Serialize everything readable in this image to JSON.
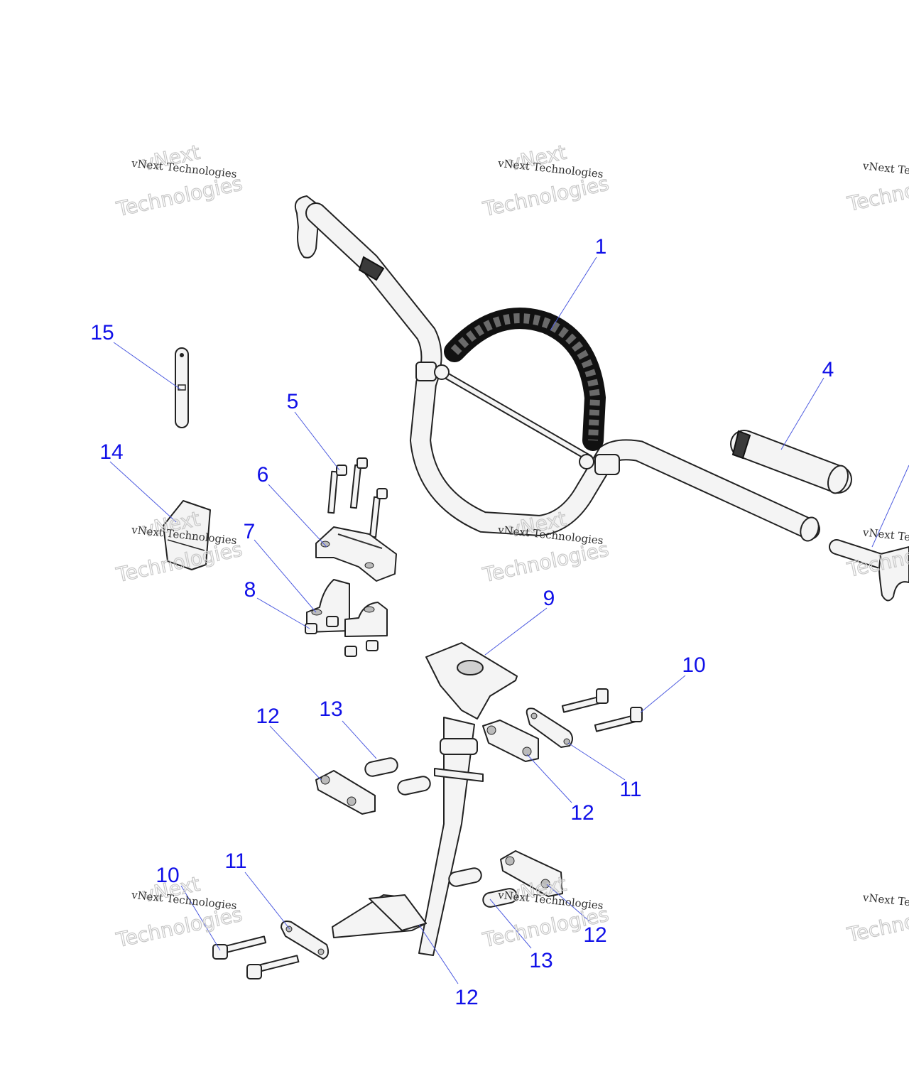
{
  "watermark": {
    "line1": "vNext",
    "line2": "vNext Technologies",
    "line3": "Technologies",
    "partial_right": "vNext Te"
  },
  "callouts": [
    {
      "id": "c1",
      "label": "1"
    },
    {
      "id": "c4",
      "label": "4"
    },
    {
      "id": "c5",
      "label": "5"
    },
    {
      "id": "c6",
      "label": "6"
    },
    {
      "id": "c7",
      "label": "7"
    },
    {
      "id": "c8",
      "label": "8"
    },
    {
      "id": "c9",
      "label": "9"
    },
    {
      "id": "c10a",
      "label": "10"
    },
    {
      "id": "c10b",
      "label": "10"
    },
    {
      "id": "c11a",
      "label": "11"
    },
    {
      "id": "c11b",
      "label": "11"
    },
    {
      "id": "c12a",
      "label": "12"
    },
    {
      "id": "c12b",
      "label": "12"
    },
    {
      "id": "c12c",
      "label": "12"
    },
    {
      "id": "c12d",
      "label": "12"
    },
    {
      "id": "c13a",
      "label": "13"
    },
    {
      "id": "c13b",
      "label": "13"
    },
    {
      "id": "c14",
      "label": "14"
    },
    {
      "id": "c15",
      "label": "15"
    }
  ],
  "colors": {
    "callout": "#1010e8",
    "leader": "#4d5be0",
    "outline": "#222222",
    "part_fill": "#f4f4f4"
  }
}
